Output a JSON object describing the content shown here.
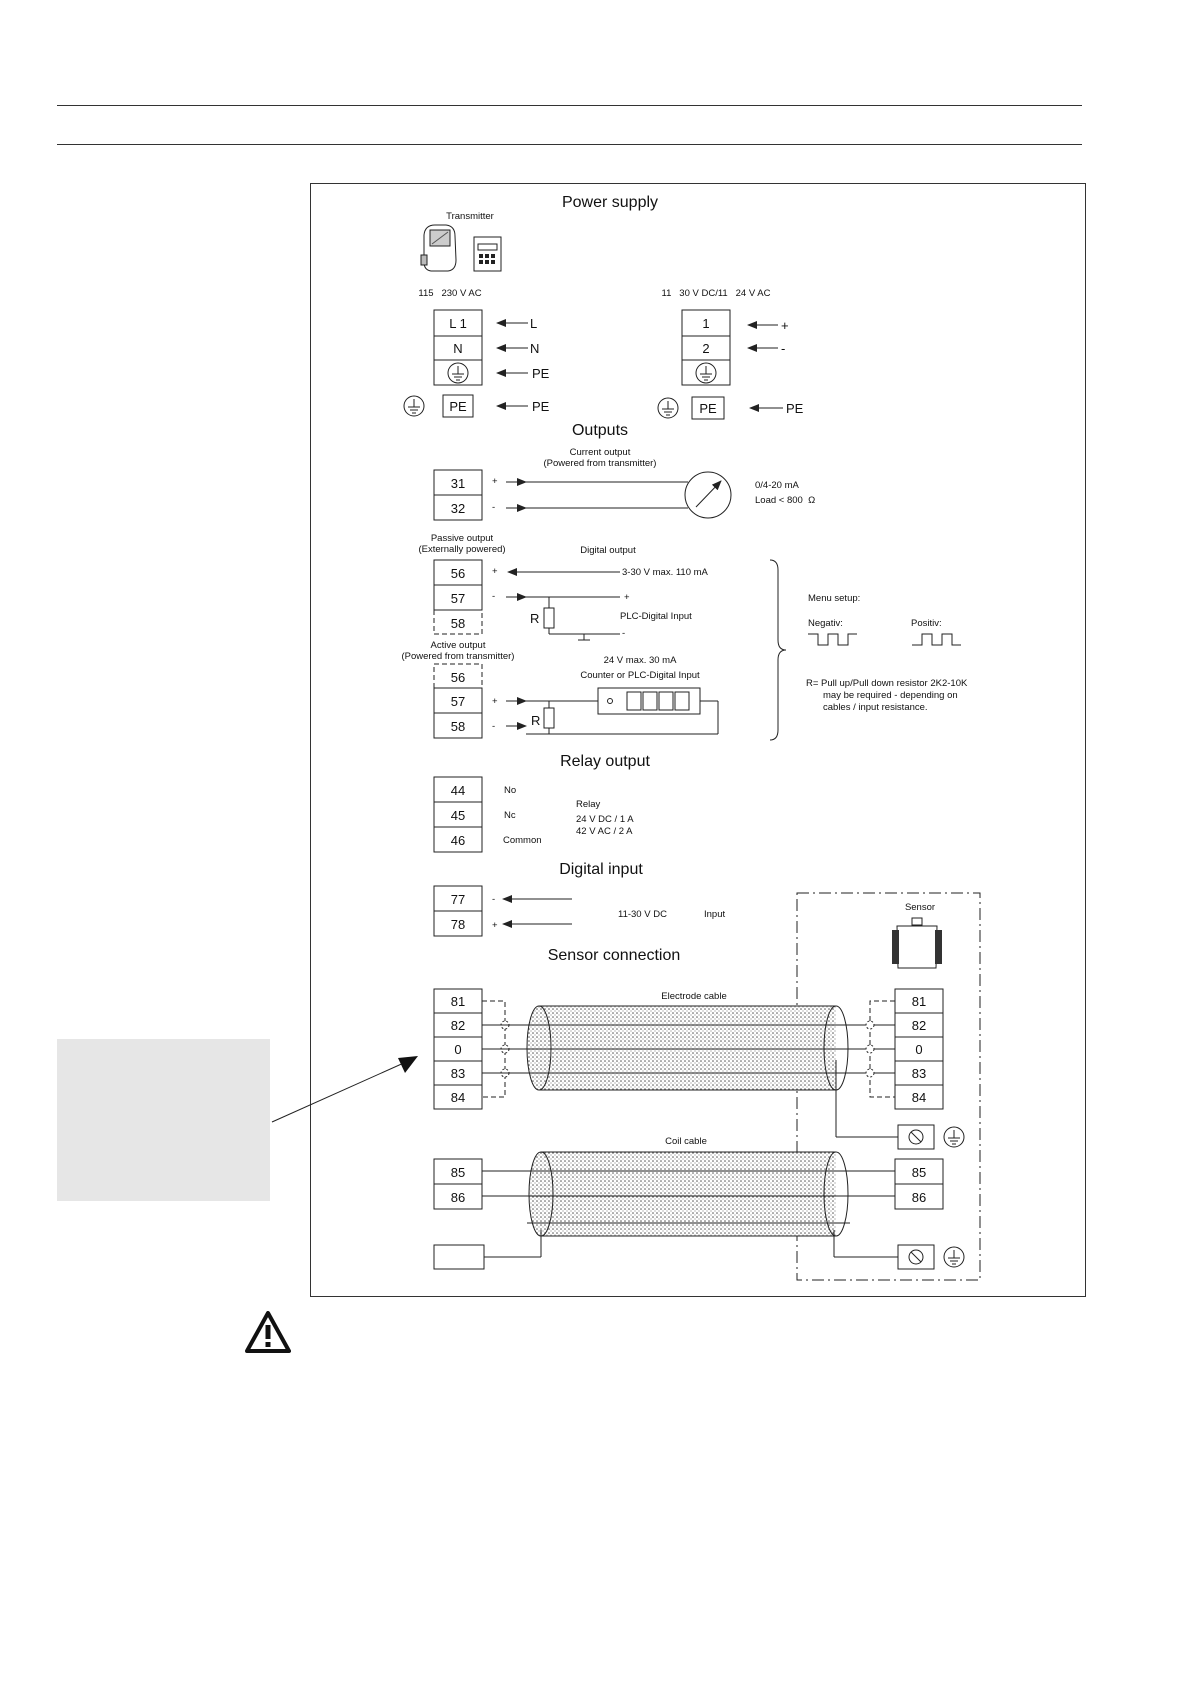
{
  "headings": {
    "power_supply": "Power supply",
    "outputs": "Outputs",
    "relay_output": "Relay output",
    "digital_input": "Digital input",
    "sensor_connection": "Sensor connection"
  },
  "power": {
    "transmitter_label": "Transmitter",
    "ac_label": "115   230 V AC",
    "dc_label": "11   30 V DC/11   24 V AC",
    "ac_terminals": [
      "L 1",
      "N",
      ""
    ],
    "ac_arrows": [
      "L",
      "N",
      "PE"
    ],
    "dc_terminals": [
      "1",
      "2",
      ""
    ],
    "dc_arrows": [
      "+",
      "-"
    ],
    "pe_box": "PE",
    "pe_arrow": "PE"
  },
  "outputs": {
    "current_output_line1": "Current output",
    "current_output_line2": "(Powered from transmitter)",
    "current_terminals": [
      "31",
      "32"
    ],
    "signs_plus": "+",
    "signs_minus": "-",
    "range": "0/4-20 mA",
    "load": "Load < 800  Ω",
    "passive_line1": "Passive output",
    "passive_line2": "(Externally powered)",
    "digital_output": "Digital output",
    "passive_terminals": [
      "56",
      "57",
      "58"
    ],
    "voltage_passive": "3-30 V max. 110 mA",
    "plc_input": "PLC-Digital Input",
    "resistor": "R",
    "active_line1": "Active output",
    "active_line2": "(Powered from transmitter)",
    "active_terminals": [
      "56",
      "57",
      "58"
    ],
    "voltage_active": "24 V max. 30 mA",
    "counter": "Counter or PLC-Digital Input",
    "menu_setup": "Menu setup:",
    "negativ": "Negativ:",
    "positiv": "Positiv:",
    "note_line1": "R= Pull up/Pull down resistor 2K2-10K",
    "note_line2": "may be required - depending on",
    "note_line3": "cables / input resistance."
  },
  "relay": {
    "terminals": [
      "44",
      "45",
      "46"
    ],
    "labels": [
      "No",
      "Nc",
      "Common"
    ],
    "relay_title": "Relay",
    "rating1": "24 V DC / 1 A",
    "rating2": "42 V AC / 2 A"
  },
  "digital_input": {
    "terminals": [
      "77",
      "78"
    ],
    "signs": [
      "-",
      "+"
    ],
    "voltage": "11-30 V DC",
    "input": "Input"
  },
  "sensor": {
    "sensor_label": "Sensor",
    "electrode_cable": "Electrode cable",
    "coil_cable": "Coil cable",
    "left_terminals": [
      "81",
      "82",
      "0",
      "83",
      "84"
    ],
    "right_terminals": [
      "81",
      "82",
      "0",
      "83",
      "84"
    ],
    "coil_left": [
      "85",
      "86"
    ],
    "coil_right": [
      "85",
      "86"
    ]
  }
}
